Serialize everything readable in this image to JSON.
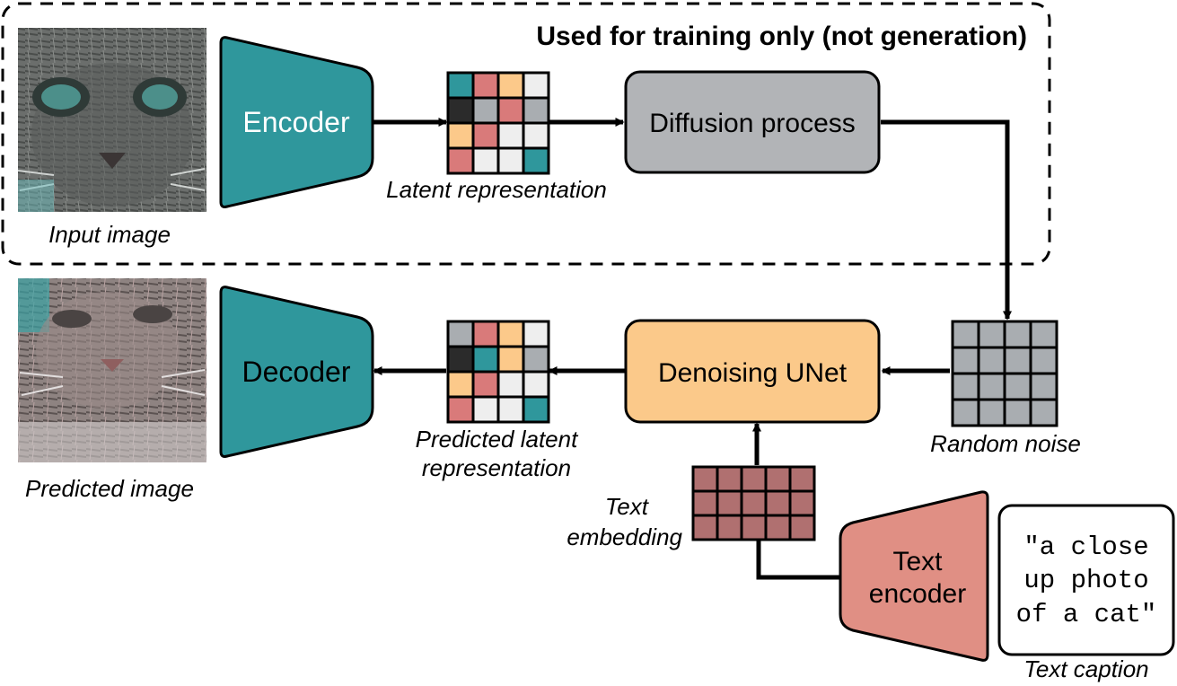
{
  "training_region": {
    "label": "Used for training only (not generation)"
  },
  "images": {
    "input": {
      "caption": "Input image"
    },
    "predicted": {
      "caption": "Predicted image"
    }
  },
  "blocks": {
    "encoder": {
      "label": "Encoder"
    },
    "decoder": {
      "label": "Decoder"
    },
    "diffusion": {
      "label": "Diffusion process"
    },
    "unet": {
      "label": "Denoising UNet"
    },
    "text_encoder": {
      "line1": "Text",
      "line2": "encoder"
    }
  },
  "grids": {
    "latent": {
      "caption": "Latent representation"
    },
    "predicted_latent": {
      "caption_line1": "Predicted latent",
      "caption_line2": "representation"
    },
    "noise": {
      "caption": "Random noise"
    },
    "text_embedding": {
      "caption_line1": "Text",
      "caption_line2": "embedding"
    }
  },
  "text_caption": {
    "line1": "\"a close",
    "line2": "up photo",
    "line3": "of a cat\"",
    "caption": "Text caption"
  },
  "colors": {
    "teal": "#2f979c",
    "gray_block": "#b2b4b7",
    "unet": "#fbc98a",
    "text_encoder": "#e08f84",
    "red_cell": "#d97a7a",
    "peach_cell": "#fcc98a",
    "light_cell": "#eeeeee",
    "dark_cell": "#2b2b2b",
    "gray_cell": "#a9adb1",
    "emb_cell": "#b07070"
  }
}
